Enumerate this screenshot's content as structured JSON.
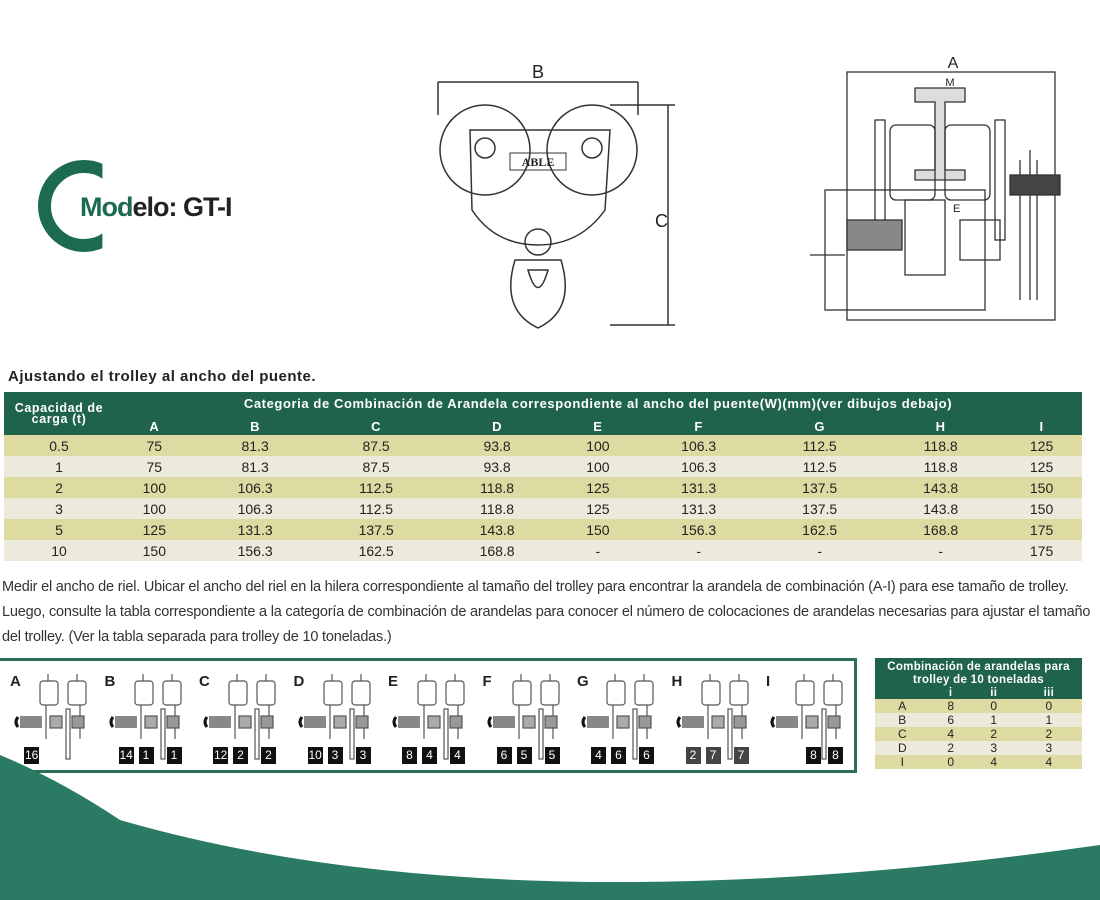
{
  "logo": {
    "brand_part": "Mod",
    "text_part": "elo: GT-I"
  },
  "drawings": {
    "front": {
      "label_width": "B",
      "label_height": "C",
      "plate": "ABLE"
    },
    "side": {
      "label_width": "A",
      "label_beam": "M",
      "label_e": "E"
    }
  },
  "title": "Ajustando el trolley al ancho del puente.",
  "table": {
    "capacity_header": "Capacidad de carga (t)",
    "category_header": "Categoria de Combinación de Arandela correspondiente al ancho del puente(W)(mm)(ver dibujos debajo)",
    "columns": [
      "A",
      "B",
      "C",
      "D",
      "E",
      "F",
      "G",
      "H",
      "I"
    ],
    "rows": [
      {
        "cap": "0.5",
        "vals": [
          "75",
          "81.3",
          "87.5",
          "93.8",
          "100",
          "106.3",
          "112.5",
          "118.8",
          "125"
        ]
      },
      {
        "cap": "1",
        "vals": [
          "75",
          "81.3",
          "87.5",
          "93.8",
          "100",
          "106.3",
          "112.5",
          "118.8",
          "125"
        ]
      },
      {
        "cap": "2",
        "vals": [
          "100",
          "106.3",
          "112.5",
          "118.8",
          "125",
          "131.3",
          "137.5",
          "143.8",
          "150"
        ]
      },
      {
        "cap": "3",
        "vals": [
          "100",
          "106.3",
          "112.5",
          "118.8",
          "125",
          "131.3",
          "137.5",
          "143.8",
          "150"
        ]
      },
      {
        "cap": "5",
        "vals": [
          "125",
          "131.3",
          "137.5",
          "143.8",
          "150",
          "156.3",
          "162.5",
          "168.8",
          "175"
        ]
      },
      {
        "cap": "10",
        "vals": [
          "150",
          "156.3",
          "162.5",
          "168.8",
          "-",
          "-",
          "-",
          "-",
          "175"
        ]
      }
    ]
  },
  "paragraph": "Medir el ancho de riel. Ubicar el ancho del riel en la hilera correspondiente al tamaño del trolley para encontrar la arandela de combinación (A-I) para ese tamaño de trolley. Luego, consulte la tabla correspondiente a la categoría de combinación de arandelas para conocer el número de colocaciones de arandelas necesarias para ajustar el tamaño del trolley. (Ver la tabla separada para trolley de 10 toneladas.)",
  "washer_diagrams": [
    {
      "label": "A",
      "counts": [
        "16"
      ]
    },
    {
      "label": "B",
      "counts": [
        "14",
        "1",
        "1"
      ]
    },
    {
      "label": "C",
      "counts": [
        "12",
        "2",
        "2"
      ]
    },
    {
      "label": "D",
      "counts": [
        "10",
        "3",
        "3"
      ]
    },
    {
      "label": "E",
      "counts": [
        "8",
        "4",
        "4"
      ]
    },
    {
      "label": "F",
      "counts": [
        "6",
        "5",
        "5"
      ]
    },
    {
      "label": "G",
      "counts": [
        "4",
        "6",
        "6"
      ]
    },
    {
      "label": "H",
      "counts": [
        "2",
        "7",
        "7"
      ]
    },
    {
      "label": "I",
      "counts": [
        "8",
        "8"
      ]
    }
  ],
  "ten_ton_table": {
    "title": "Combinación de arandelas para trolley de 10 toneladas",
    "columns": [
      "i",
      "ii",
      "iii"
    ],
    "rows": [
      {
        "k": "A",
        "v": [
          "8",
          "0",
          "0"
        ]
      },
      {
        "k": "B",
        "v": [
          "6",
          "1",
          "1"
        ]
      },
      {
        "k": "C",
        "v": [
          "4",
          "2",
          "2"
        ]
      },
      {
        "k": "D",
        "v": [
          "2",
          "3",
          "3"
        ]
      },
      {
        "k": "I",
        "v": [
          "0",
          "4",
          "4"
        ]
      }
    ]
  },
  "colors": {
    "green": "#1f634a",
    "row_a": "#dedba2",
    "row_b": "#eceadb",
    "wave": "#2a7a64"
  }
}
